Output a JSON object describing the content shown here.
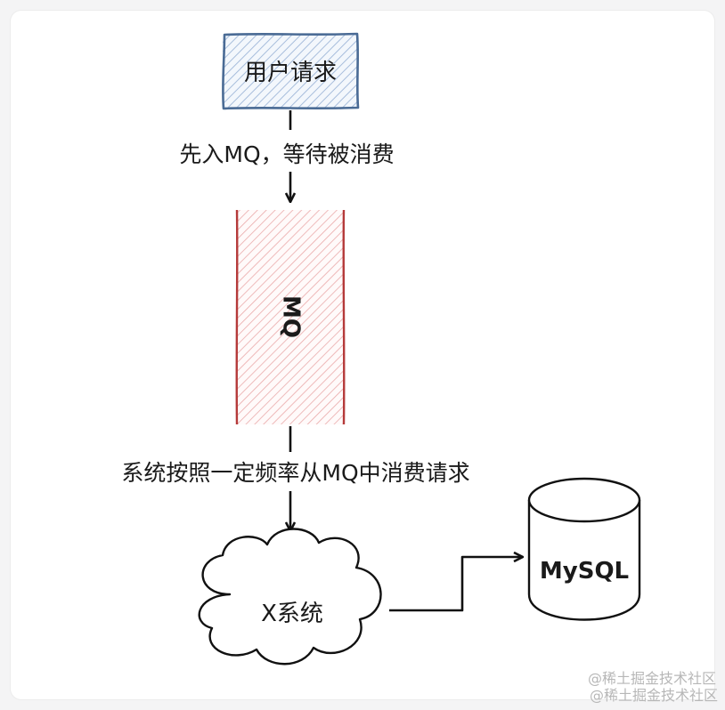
{
  "nodes": {
    "user_request": {
      "label": "用户请求",
      "fill": "#dbe6f4",
      "stroke": "#4a6b95"
    },
    "mq": {
      "label": "MQ",
      "fill": "#f5d2d2",
      "stroke": "#b53a3a"
    },
    "x_system": {
      "label": "X系统"
    },
    "mysql": {
      "label": "MySQL"
    }
  },
  "edges": {
    "to_mq": {
      "label": "先入MQ，等待被消费"
    },
    "to_x": {
      "label": "系统按照一定频率从MQ中消费请求"
    }
  },
  "watermark": {
    "line1": "@稀土掘金技术社区",
    "line2": "@稀土掘金技术社区"
  }
}
